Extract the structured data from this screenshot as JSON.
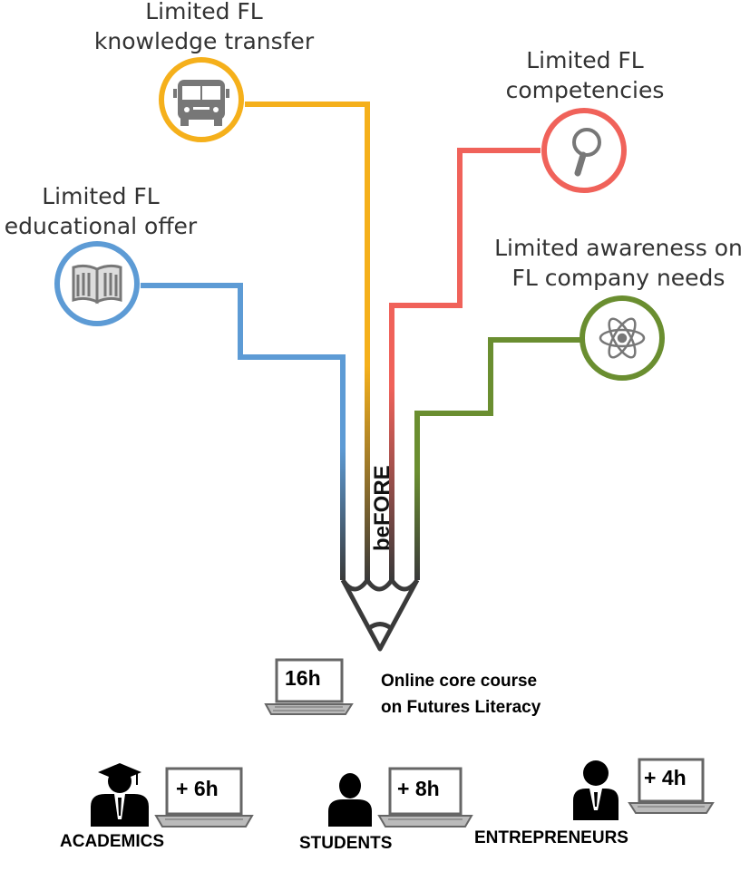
{
  "topics": [
    {
      "label": "Limited FL\nknowledge transfer",
      "icon": "school-bus-icon",
      "color": "#f5b01b"
    },
    {
      "label": "Limited FL\ncompetencies",
      "icon": "magnifier-icon",
      "color": "#f0625a"
    },
    {
      "label": "Limited FL\neducational offer",
      "icon": "open-book-icon",
      "color": "#5d9bd5"
    },
    {
      "label": "Limited awareness on\nFL company needs",
      "icon": "atom-icon",
      "color": "#6a8e30"
    }
  ],
  "pencil_label": "beFORE",
  "core_course": {
    "hours": "16h",
    "text": "Online core course\non Futures Literacy",
    "icon": "laptop-icon"
  },
  "audiences": [
    {
      "name": "ACADEMICS",
      "hours": "+ 6h",
      "icon": "graduate-icon"
    },
    {
      "name": "STUDENTS",
      "hours": "+ 8h",
      "icon": "student-icon"
    },
    {
      "name": "ENTREPRENEURS",
      "hours": "+ 4h",
      "icon": "businessman-icon"
    }
  ]
}
